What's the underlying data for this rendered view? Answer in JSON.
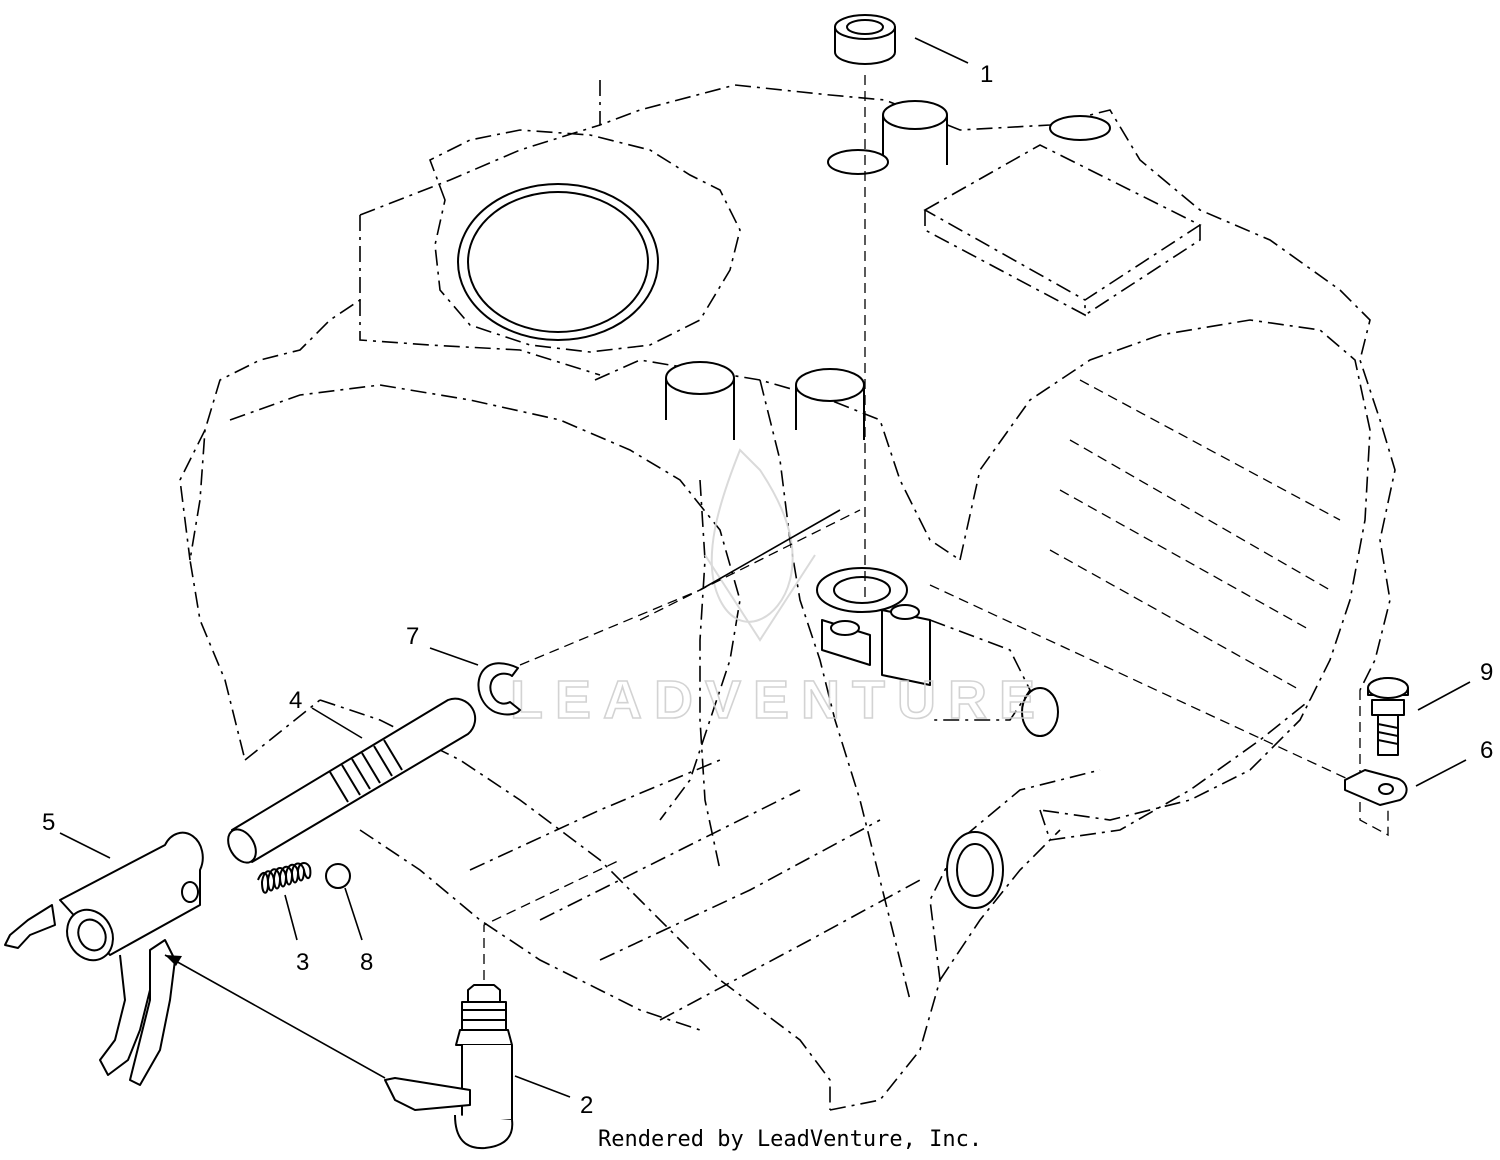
{
  "diagram": {
    "callouts": [
      {
        "id": "1",
        "label": "1"
      },
      {
        "id": "2",
        "label": "2"
      },
      {
        "id": "3",
        "label": "3"
      },
      {
        "id": "4",
        "label": "4"
      },
      {
        "id": "5",
        "label": "5"
      },
      {
        "id": "6",
        "label": "6"
      },
      {
        "id": "7",
        "label": "7"
      },
      {
        "id": "8",
        "label": "8"
      },
      {
        "id": "9",
        "label": "9"
      }
    ],
    "watermark": "LEADVENTURE",
    "footer": "Rendered by LeadVenture, Inc."
  }
}
